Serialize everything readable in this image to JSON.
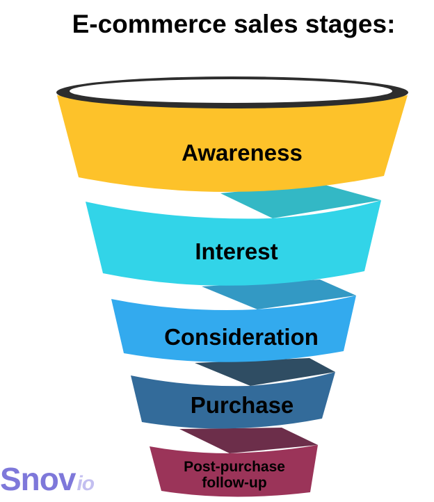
{
  "title": "E-commerce sales stages:",
  "stages": [
    {
      "label": "Awareness",
      "color": "#fdc22a"
    },
    {
      "label": "Interest",
      "color": "#32d4e8"
    },
    {
      "label": "Consideration",
      "color": "#33aaee"
    },
    {
      "label": "Purchase",
      "color": "#336b9a"
    },
    {
      "label_line1": "Post-purchase",
      "label_line2": "follow-up",
      "color": "#9b3459"
    }
  ],
  "logo": {
    "main": "Snov",
    "suffix": "io"
  }
}
